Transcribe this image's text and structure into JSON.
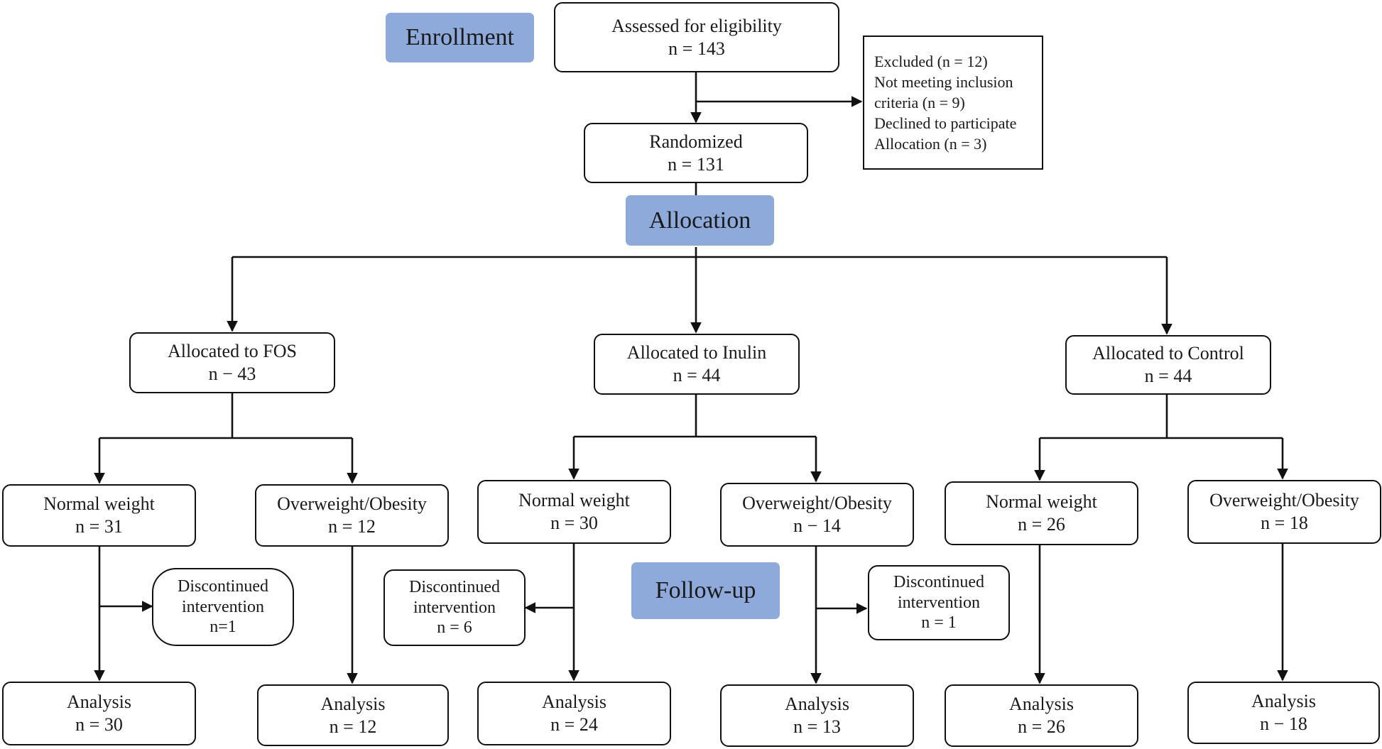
{
  "stages": {
    "enrollment": "Enrollment",
    "allocation": "Allocation",
    "followup": "Follow-up"
  },
  "assessed": {
    "label": "Assessed for eligibility",
    "n": "n = 143"
  },
  "excluded": {
    "lines": [
      "Excluded (n = 12)",
      "Not meeting inclusion",
      "criteria (n = 9)",
      "Declined to participate",
      "Allocation (n = 3)"
    ]
  },
  "randomized": {
    "label": "Randomized",
    "n": "n = 131"
  },
  "arms": [
    {
      "label": "Allocated to FOS",
      "n": "n − 43",
      "groups": [
        {
          "label": "Normal weight",
          "n": "n = 31",
          "discontinued": [
            "Discontinued",
            "intervention",
            "n=1"
          ],
          "analysis": {
            "label": "Analysis",
            "n": "n = 30"
          }
        },
        {
          "label": "Overweight/Obesity",
          "n": "n = 12",
          "analysis": {
            "label": "Analysis",
            "n": "n = 12"
          }
        }
      ]
    },
    {
      "label": "Allocated to Inulin",
      "n": "n = 44",
      "groups": [
        {
          "label": "Normal weight",
          "n": "n = 30",
          "discontinued": [
            "Discontinued",
            "intervention",
            "n = 6"
          ],
          "analysis": {
            "label": "Analysis",
            "n": "n = 24"
          }
        },
        {
          "label": "Overweight/Obesity",
          "n": "n − 14",
          "discontinued": [
            "Discontinued",
            "intervention",
            "n = 1"
          ],
          "analysis": {
            "label": "Analysis",
            "n": "n = 13"
          }
        }
      ]
    },
    {
      "label": "Allocated to Control",
      "n": "n = 44",
      "groups": [
        {
          "label": "Normal weight",
          "n": "n = 26",
          "analysis": {
            "label": "Analysis",
            "n": "n = 26"
          }
        },
        {
          "label": "Overweight/Obesity",
          "n": "n = 18",
          "analysis": {
            "label": "Analysis",
            "n": "n − 18"
          }
        }
      ]
    }
  ]
}
